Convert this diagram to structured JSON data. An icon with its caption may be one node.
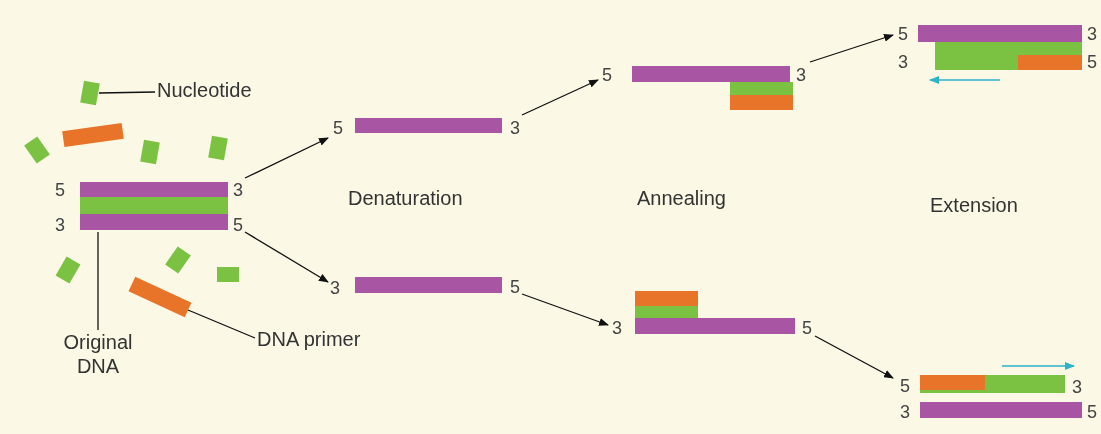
{
  "diagram": {
    "nodes": [
      {
        "text": [
          "5",
          "3",
          "3",
          "5"
        ]
      },
      {
        "text": [
          "5",
          "3"
        ]
      },
      {
        "text": [
          "3",
          "5"
        ]
      },
      {
        "text": [
          "5",
          "3"
        ]
      },
      {
        "text": [
          "3",
          "5"
        ]
      },
      {
        "text": [
          "5",
          "3",
          "3",
          "5"
        ]
      },
      {
        "text": [
          "5",
          "3",
          "3",
          "5"
        ]
      },
      {
        "text": [
          "Nucleotide"
        ]
      },
      {
        "text": [
          "Original DNA"
        ]
      },
      {
        "text": [
          "DNA primer"
        ]
      },
      {
        "text": [],
        "shape": "box"
      },
      {
        "text": [],
        "shape": "box"
      },
      {
        "text": [],
        "shape": "box"
      },
      {
        "text": [],
        "shape": "box"
      },
      {
        "text": [],
        "shape": "box"
      },
      {
        "text": [],
        "shape": "box"
      },
      {
        "text": [],
        "shape": "box"
      },
      {
        "text": [],
        "shape": "box"
      },
      {
        "text": [],
        "shape": "box"
      }
    ],
    "edges": [
      {
        "from": 0,
        "to": 1,
        "arrow": "to"
      },
      {
        "from": 0,
        "to": 2,
        "arrow": "to"
      },
      {
        "from": 1,
        "to": 3,
        "arrow": "to"
      },
      {
        "from": 2,
        "to": 4,
        "arrow": "to"
      },
      {
        "from": 3,
        "to": 5,
        "arrow": "to"
      },
      {
        "from": 4,
        "to": 6,
        "arrow": "to"
      },
      {
        "from": 7,
        "to": 12,
        "arrow": "none"
      },
      {
        "from": 8,
        "to": 0,
        "arrow": "none"
      },
      {
        "from": 9,
        "to": 15,
        "arrow": "none"
      }
    ],
    "labels": [
      "Denaturation",
      "Annealing",
      "Extension"
    ]
  }
}
